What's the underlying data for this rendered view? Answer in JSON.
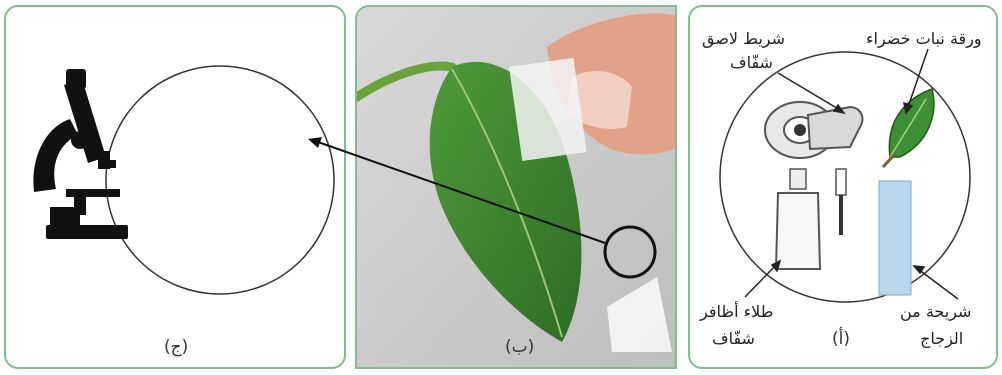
{
  "panels": {
    "c": {
      "caption": "(ج)"
    },
    "b": {
      "caption": "(ب)"
    },
    "a": {
      "caption": "(أ)",
      "labels": {
        "leaf": "ورقة نبات خضراء",
        "tape_line1": "شريط لاصق",
        "tape_line2": "شفّاف",
        "nail_line1": "طلاء أظافر",
        "nail_line2": "شفّاف",
        "slide_line1": "شريحة من",
        "slide_line2": "الزجاج"
      }
    }
  },
  "icons": [
    "microscope-icon",
    "tape-dispenser-icon",
    "leaf-icon",
    "nail-polish-bottle-icon",
    "brush-icon",
    "glass-slide-icon"
  ]
}
